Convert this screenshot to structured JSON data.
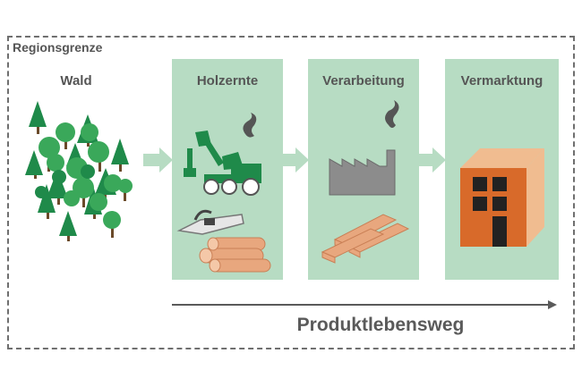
{
  "region_label": "Regionsgrenze",
  "stages": [
    {
      "label": "Wald",
      "icon": "forest-icon"
    },
    {
      "label": "Holzernte",
      "icon": "harvester-icon"
    },
    {
      "label": "Verarbeitung",
      "icon": "factory-icon"
    },
    {
      "label": "Vermarktung",
      "icon": "building-icon"
    }
  ],
  "axis_label": "Produktlebensweg",
  "colors": {
    "panel": "#b7dcc3",
    "arrow": "#b7dcc3",
    "tree": "#1f8a4a",
    "tree_light": "#3aa85a",
    "log": "#e8a77e",
    "building": "#d86a2a",
    "text": "#555555"
  }
}
